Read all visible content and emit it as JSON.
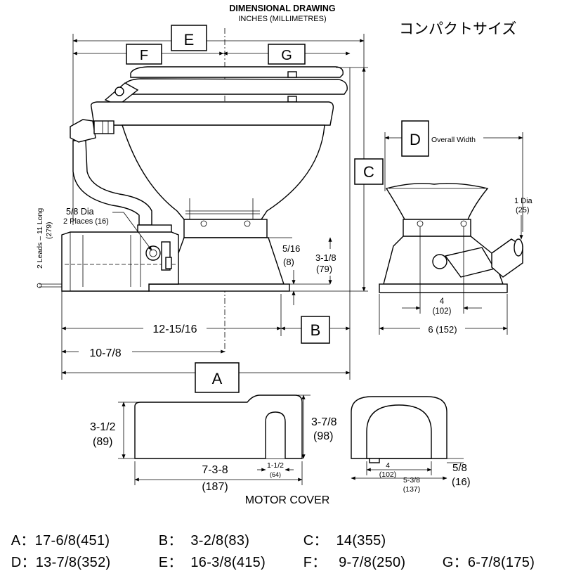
{
  "header": {
    "title": "DIMENSIONAL DRAWING",
    "subtitle": "INCHES (MILLIMETRES)",
    "size_note": "コンパクトサイズ"
  },
  "labels": {
    "A": "A",
    "B": "B",
    "C": "C",
    "D": "D",
    "E": "E",
    "F": "F",
    "G": "G",
    "overall_width": "Overall Width"
  },
  "dimensions": {
    "d_12_15_16": "12-15/16",
    "d_10_7_8": "10-7/8",
    "d_5_8_dia": "5/8 Dia",
    "d_2_places": "2 Places (16)",
    "d_leads": "2 Leads – 11 Long",
    "d_leads_mm": "(279)",
    "d_5_16": "5/16",
    "d_8": "(8)",
    "d_3_1_8": "3-1/8",
    "d_79": "(79)",
    "d_1_dia": "1 Dia",
    "d_25": "(25)",
    "d_4": "4",
    "d_102": "(102)",
    "d_6_152": "6  (152)"
  },
  "motor_cover": {
    "title": "MOTOR COVER",
    "h_in": "3-1/2",
    "h_mm": "(89)",
    "h2_in": "3-7/8",
    "h2_mm": "(98)",
    "slot_in": "1-1/2",
    "slot_mm": "(64)",
    "len_in": "7-3-8",
    "len_mm": "(187)",
    "end_4": "4",
    "end_102": "(102)",
    "end_5_3_8": "5-3/8",
    "end_137": "(137)",
    "lip_in": "5/8",
    "lip_mm": "(16)"
  },
  "legend": [
    [
      {
        "text": "A：17-6/8(451)"
      },
      {
        "text": "B：  3-2/8(83)"
      },
      {
        "text": "C：  14(355)"
      }
    ],
    [
      {
        "text": "D：13-7/8(352)"
      },
      {
        "text": "E：  16-3/8(415)"
      },
      {
        "text": "F：   9-7/8(250)"
      },
      {
        "text": "G：6-7/8(175)"
      }
    ]
  ]
}
